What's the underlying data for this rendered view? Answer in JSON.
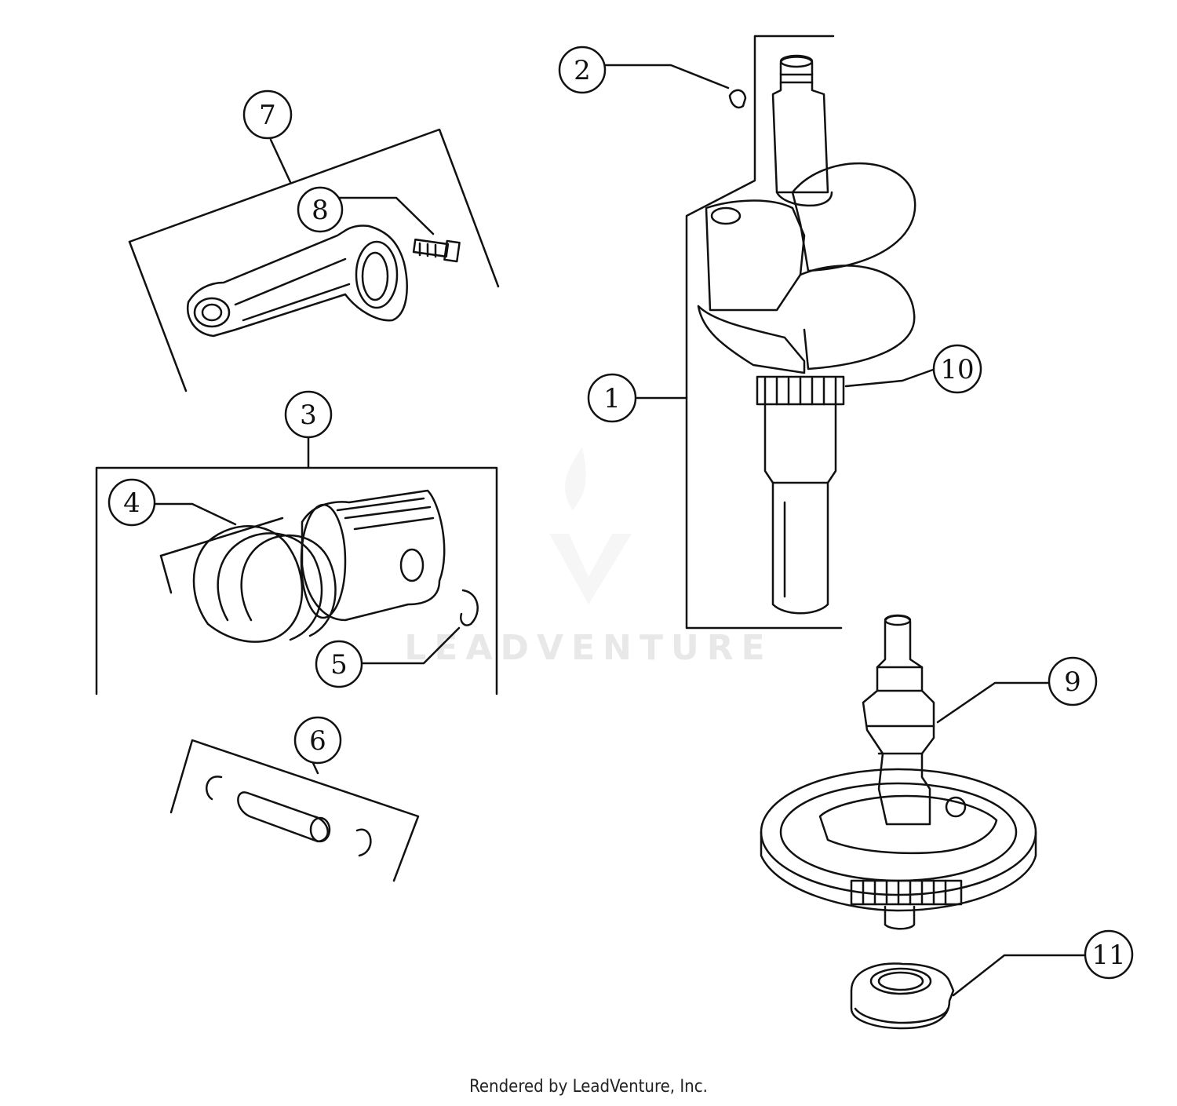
{
  "diagram": {
    "callouts": [
      {
        "id": "1",
        "label": "1"
      },
      {
        "id": "2",
        "label": "2"
      },
      {
        "id": "3",
        "label": "3"
      },
      {
        "id": "4",
        "label": "4"
      },
      {
        "id": "5",
        "label": "5"
      },
      {
        "id": "6",
        "label": "6"
      },
      {
        "id": "7",
        "label": "7"
      },
      {
        "id": "8",
        "label": "8"
      },
      {
        "id": "9",
        "label": "9"
      },
      {
        "id": "10",
        "label": "10"
      },
      {
        "id": "11",
        "label": "11"
      }
    ],
    "watermark": "LEADVENTURE",
    "footer": "Rendered by LeadVenture, Inc."
  }
}
